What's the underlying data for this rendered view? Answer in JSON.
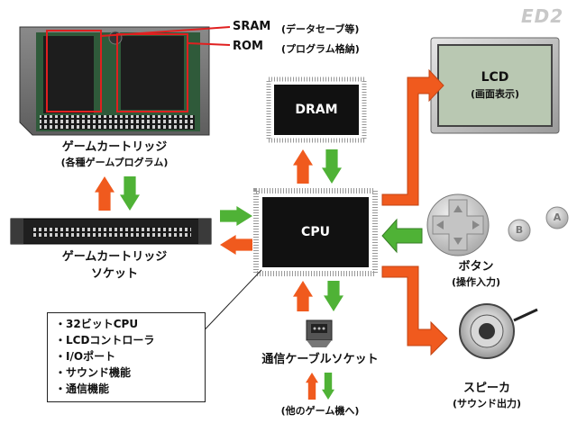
{
  "logo": "ED2",
  "sram": {
    "label": "SRAM",
    "note": "(データセーブ等)"
  },
  "rom": {
    "label": "ROM",
    "note": "(プログラム格納)"
  },
  "cartridge": {
    "line1": "ゲームカートリッジ",
    "line2": "(各種ゲームプログラム)"
  },
  "socket": {
    "line1": "ゲームカートリッジ",
    "line2": "ソケット"
  },
  "dram": {
    "label": "DRAM"
  },
  "cpu": {
    "label": "CPU"
  },
  "lcd": {
    "label": "LCD",
    "note": "(画面表示)"
  },
  "buttons": {
    "label": "ボタン",
    "note": "(操作入力)",
    "key_b": "B",
    "key_a": "A"
  },
  "speaker": {
    "label": "スピーカ",
    "note": "(サウンド出力)"
  },
  "link": {
    "label": "通信ケーブルソケット",
    "note": "(他のゲーム機へ)"
  },
  "features": [
    "32ビットCPU",
    "LCDコントローラ",
    "I/Oポート",
    "サウンド機能",
    "通信機能"
  ],
  "colors": {
    "orange": "#f05a1e",
    "green": "#4fb236",
    "red": "#e02020",
    "lcd": "#b9c8b2"
  }
}
